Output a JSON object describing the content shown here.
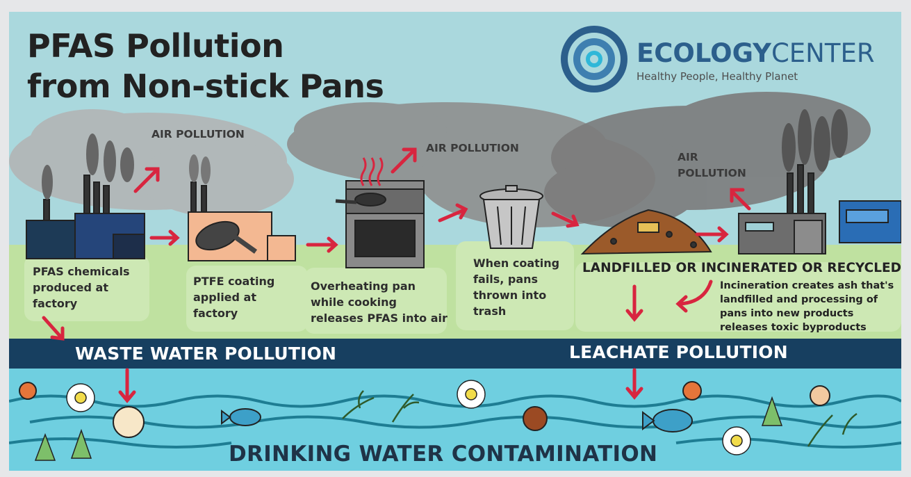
{
  "title": {
    "line1": "PFAS Pollution",
    "line2": "from Non-stick Pans"
  },
  "logo": {
    "word_bold": "ECOLOGY",
    "word_light": "CENTER",
    "tagline": "Healthy People, Healthy Planet"
  },
  "air_pollution": {
    "label1": "AIR POLLUTION",
    "label2": "AIR POLLUTION",
    "label3_line1": "AIR",
    "label3_line2": "POLLUTION"
  },
  "steps": [
    {
      "lines": [
        "PFAS chemicals",
        "produced at",
        "factory"
      ]
    },
    {
      "lines": [
        "PTFE coating",
        "applied at",
        "factory"
      ]
    },
    {
      "lines": [
        "Overheating pan",
        "while cooking",
        "releases PFAS into air"
      ]
    },
    {
      "lines": [
        "When coating",
        "fails, pans",
        "thrown into",
        "trash"
      ]
    }
  ],
  "disposal": {
    "heading": "LANDFILLED OR INCINERATED OR RECYCLED",
    "lines": [
      "Incineration creates ash that's",
      "landfilled and processing of",
      "pans into new products",
      "releases toxic byproducts"
    ]
  },
  "water_band": {
    "left_label": "WASTE WATER POLLUTION",
    "right_label": "LEACHATE POLLUTION"
  },
  "bottom_label": "DRINKING WATER CONTAMINATION",
  "colors": {
    "sky": "#aad8dd",
    "grass": "#bfe1a0",
    "band": "#173f60",
    "water": "#6fcfe0",
    "arrow": "#d8253f",
    "smoke": "#8c8c8c",
    "text_panel": "#cde8b4"
  },
  "icons": [
    "factory-icon",
    "pan-factory-icon",
    "stove-icon",
    "trash-can-icon",
    "landfill-icon",
    "incinerator-icon",
    "recycling-center-icon",
    "fish-icon",
    "flower-icon",
    "sad-face-icon",
    "tree-icon",
    "plant-icon"
  ]
}
